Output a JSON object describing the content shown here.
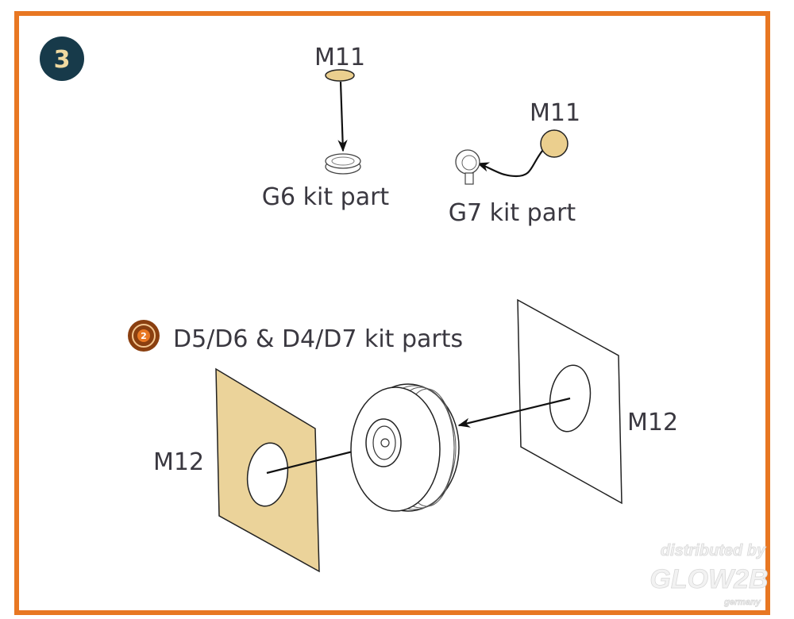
{
  "step": {
    "number": "3"
  },
  "colors": {
    "frame": "#e87722",
    "badge": "#173a4a",
    "badge_text": "#f0d9a0",
    "part_fill": "#ebd39a",
    "ref_icon": "#e87722"
  },
  "top_left": {
    "part_label": "M11",
    "kit_part_label": "G6 kit part"
  },
  "top_right": {
    "part_label": "M11",
    "kit_part_label": "G7 kit part"
  },
  "wheel_section": {
    "reference_icon": "step-2-reference-icon",
    "reference_number": "2",
    "kit_parts_label": "D5/D6 & D4/D7 kit parts",
    "left_mask_label": "M12",
    "right_mask_label": "M12"
  },
  "watermark": {
    "line1": "distributed by",
    "line2": "GLOW2B",
    "line3": "germany"
  }
}
